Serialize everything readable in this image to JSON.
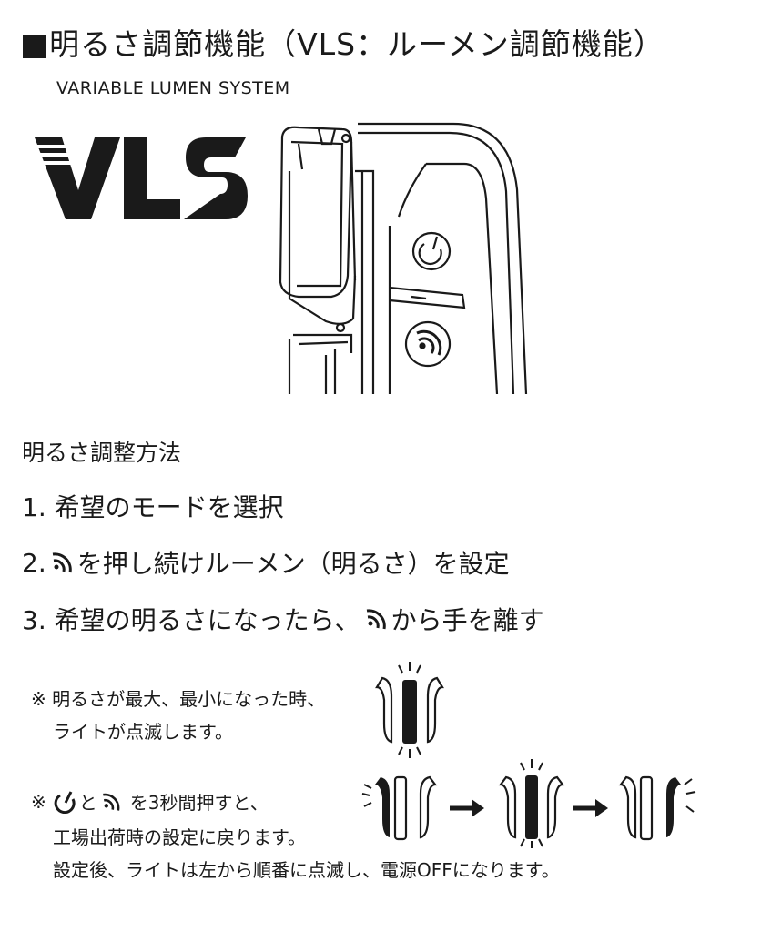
{
  "header": {
    "title": "■明るさ調節機能（VLS：ルーメン調節機能）",
    "subtitle": "VARIABLE LUMEN SYSTEM",
    "logo_text": "VLS"
  },
  "method": {
    "heading": "明るさ調整方法",
    "step1": "1.  希望のモードを選択",
    "step2_prefix": "2.  ",
    "step2_suffix": "を押し続けルーメン（明るさ）を設定",
    "step3_prefix": "3. 希望の明るさになったら、",
    "step3_suffix": "から手を離す"
  },
  "notes": {
    "note1_line1": "※ 明るさが最大、最小になった時、",
    "note1_line2": "ライトが点滅します。",
    "note2_mark": "※",
    "note2_and": "と",
    "note2_line1_suffix": "を3秒間押すと、",
    "note2_line2": "工場出荷時の設定に戻ります。",
    "note2_line3": "設定後、ライトは左から順番に点滅し、電源OFFになります。"
  },
  "icons": [
    "power-icon",
    "vls-button-icon",
    "light-bar-icon",
    "arrow-right-icon"
  ],
  "colors": {
    "ink": "#1a1a1a",
    "background": "#ffffff"
  }
}
